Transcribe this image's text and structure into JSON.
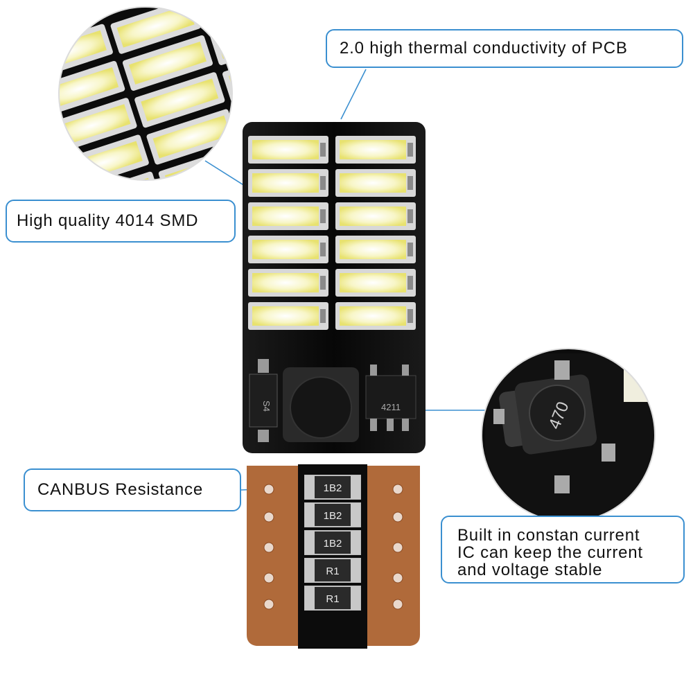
{
  "callouts": {
    "pcb": "2.0 high thermal conductivity of PCB",
    "smd": "High quality 4014 SMD",
    "canbus": "CANBUS Resistance",
    "ic": "Built in constan current\nIC can keep the current\nand voltage stable"
  },
  "component_markings": {
    "diode": "S4",
    "inductor": "470",
    "ic_chip": "4211",
    "resistors": [
      "1B2",
      "1B2",
      "1B2",
      "R1",
      "R1"
    ]
  },
  "colors": {
    "callout_border": "#3a8fd0",
    "pcb_black": "#0c0c0c",
    "led_yellow": "#f4f080",
    "copper": "#b06a3a"
  }
}
